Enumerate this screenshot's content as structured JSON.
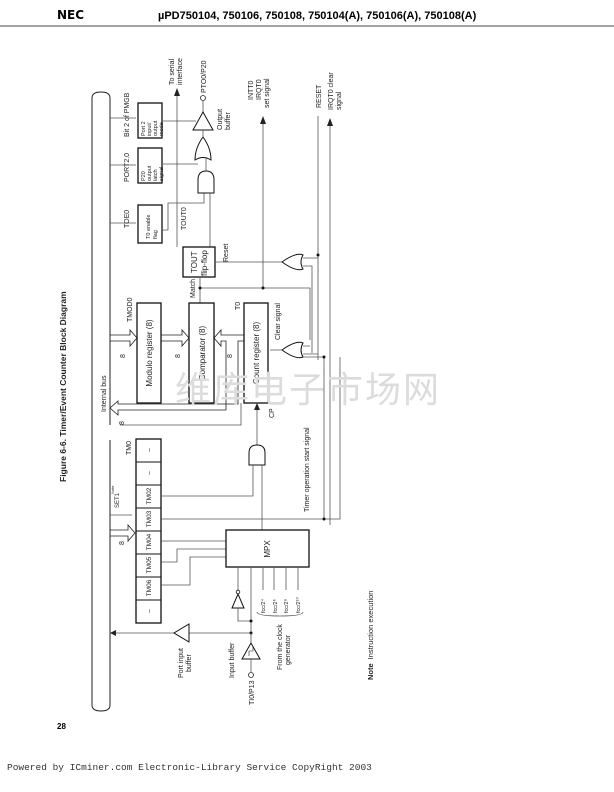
{
  "header": {
    "brand": "NEC",
    "title": "µPD750104, 750106, 750108, 750104(A), 750106(A), 750108(A)"
  },
  "figure_title": "Figure 6-6.   Timer/Event Counter Block Diagram",
  "labels": {
    "internal_bus": "Internal bus",
    "bus_width": "8",
    "bit2_pmgb": "Bit 2 of PMGB",
    "port2_mode": [
      "Port 2",
      "input/",
      "output",
      "mode"
    ],
    "port20": "PORT2.0",
    "p20_latch": [
      "P20",
      "output",
      "latch",
      "signal"
    ],
    "toe0": "TOE0",
    "t0_enable": [
      "T0 enable",
      "flag"
    ],
    "to_serial": [
      "To serial",
      "interface"
    ],
    "pto0": "PTO0/P20",
    "output_buffer": [
      "Output",
      "buffer"
    ],
    "tout0": "TOUT0",
    "tout_ff": [
      "TOUT",
      "flip-flop"
    ],
    "reset_label": "Reset",
    "match": "Match",
    "intt0": "INTT0",
    "irqt0_set": [
      "IRQT0",
      "set signal"
    ],
    "reset": "RESET",
    "irqt0_clear": [
      "IRQT0 clear",
      "signal"
    ],
    "tmod0": "TMOD0",
    "modulo_register": "Modulo register (8)",
    "comparator": "Comparator (8)",
    "t0": "T0",
    "count_register": "Count register (8)",
    "clear_signal": "Clear signal",
    "cp": "CP",
    "timer_start": "Timer operation start signal",
    "tm0": "TM0",
    "set1": "SET1",
    "note_sup": "Note",
    "tm0_bits": [
      "–",
      "–",
      "TM02",
      "TM03",
      "TM04",
      "TM05",
      "TM06",
      "–"
    ],
    "mpx": "MPX",
    "clock_inputs": [
      "fcc/2⁴",
      "fcc/2⁶",
      "fcc/2⁸",
      "fcc/2¹⁰"
    ],
    "clock_gen": [
      "From the clock",
      "generator"
    ],
    "port_input_buffer": [
      "Port input",
      "buffer"
    ],
    "input_buffer": "Input buffer",
    "ti0": "TI0/P13"
  },
  "note": {
    "label": "Note",
    "text": "Instruction execution"
  },
  "watermark": "维库电子市场网",
  "page_number": "28",
  "footer": "Powered by ICminer.com Electronic-Library Service CopyRight 2003"
}
